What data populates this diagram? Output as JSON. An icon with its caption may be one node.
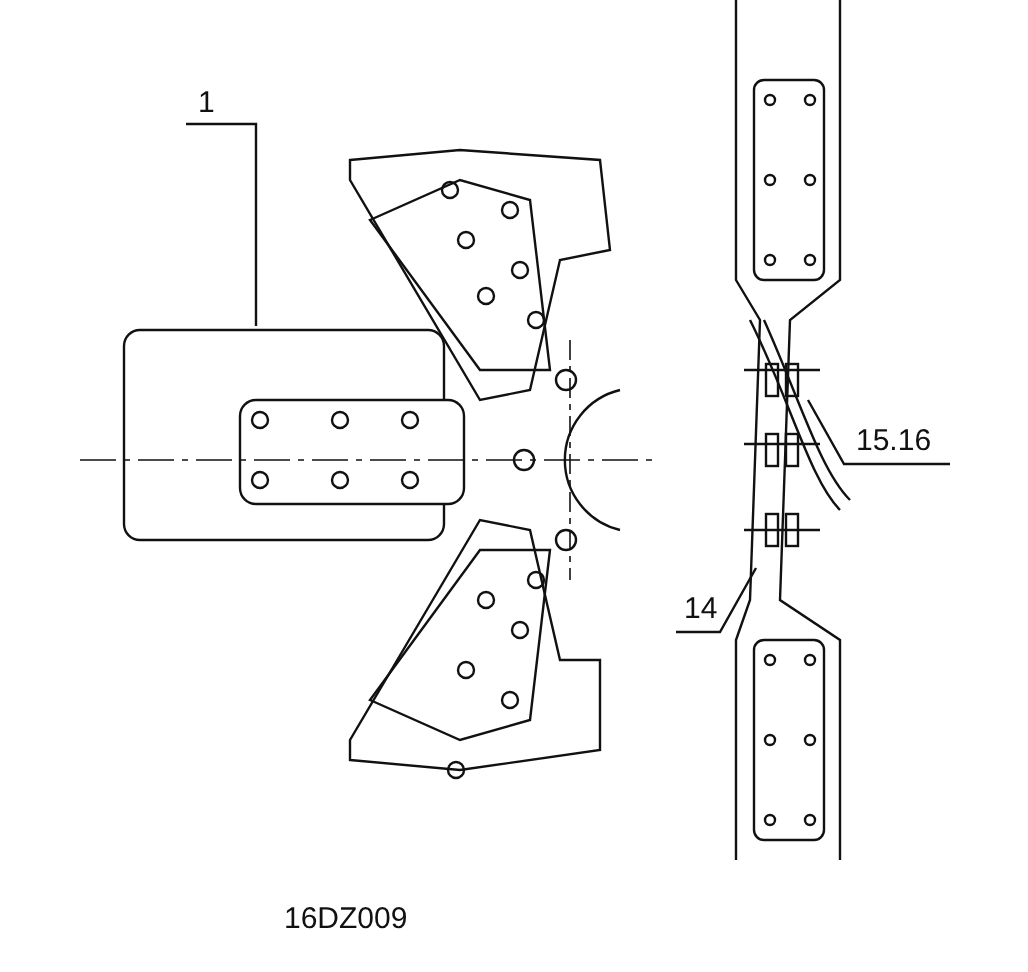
{
  "diagram": {
    "nodes": [
      {
        "text": [
          "1"
        ]
      },
      {
        "text": [
          "15.16"
        ]
      },
      {
        "text": [
          "14"
        ]
      }
    ],
    "edges": [
      {
        "from": 0,
        "to": null,
        "arrow": "none"
      },
      {
        "from": 1,
        "to": null,
        "arrow": "none"
      },
      {
        "from": 2,
        "to": null,
        "arrow": "none"
      }
    ],
    "labels": [
      "16DZ009"
    ]
  }
}
